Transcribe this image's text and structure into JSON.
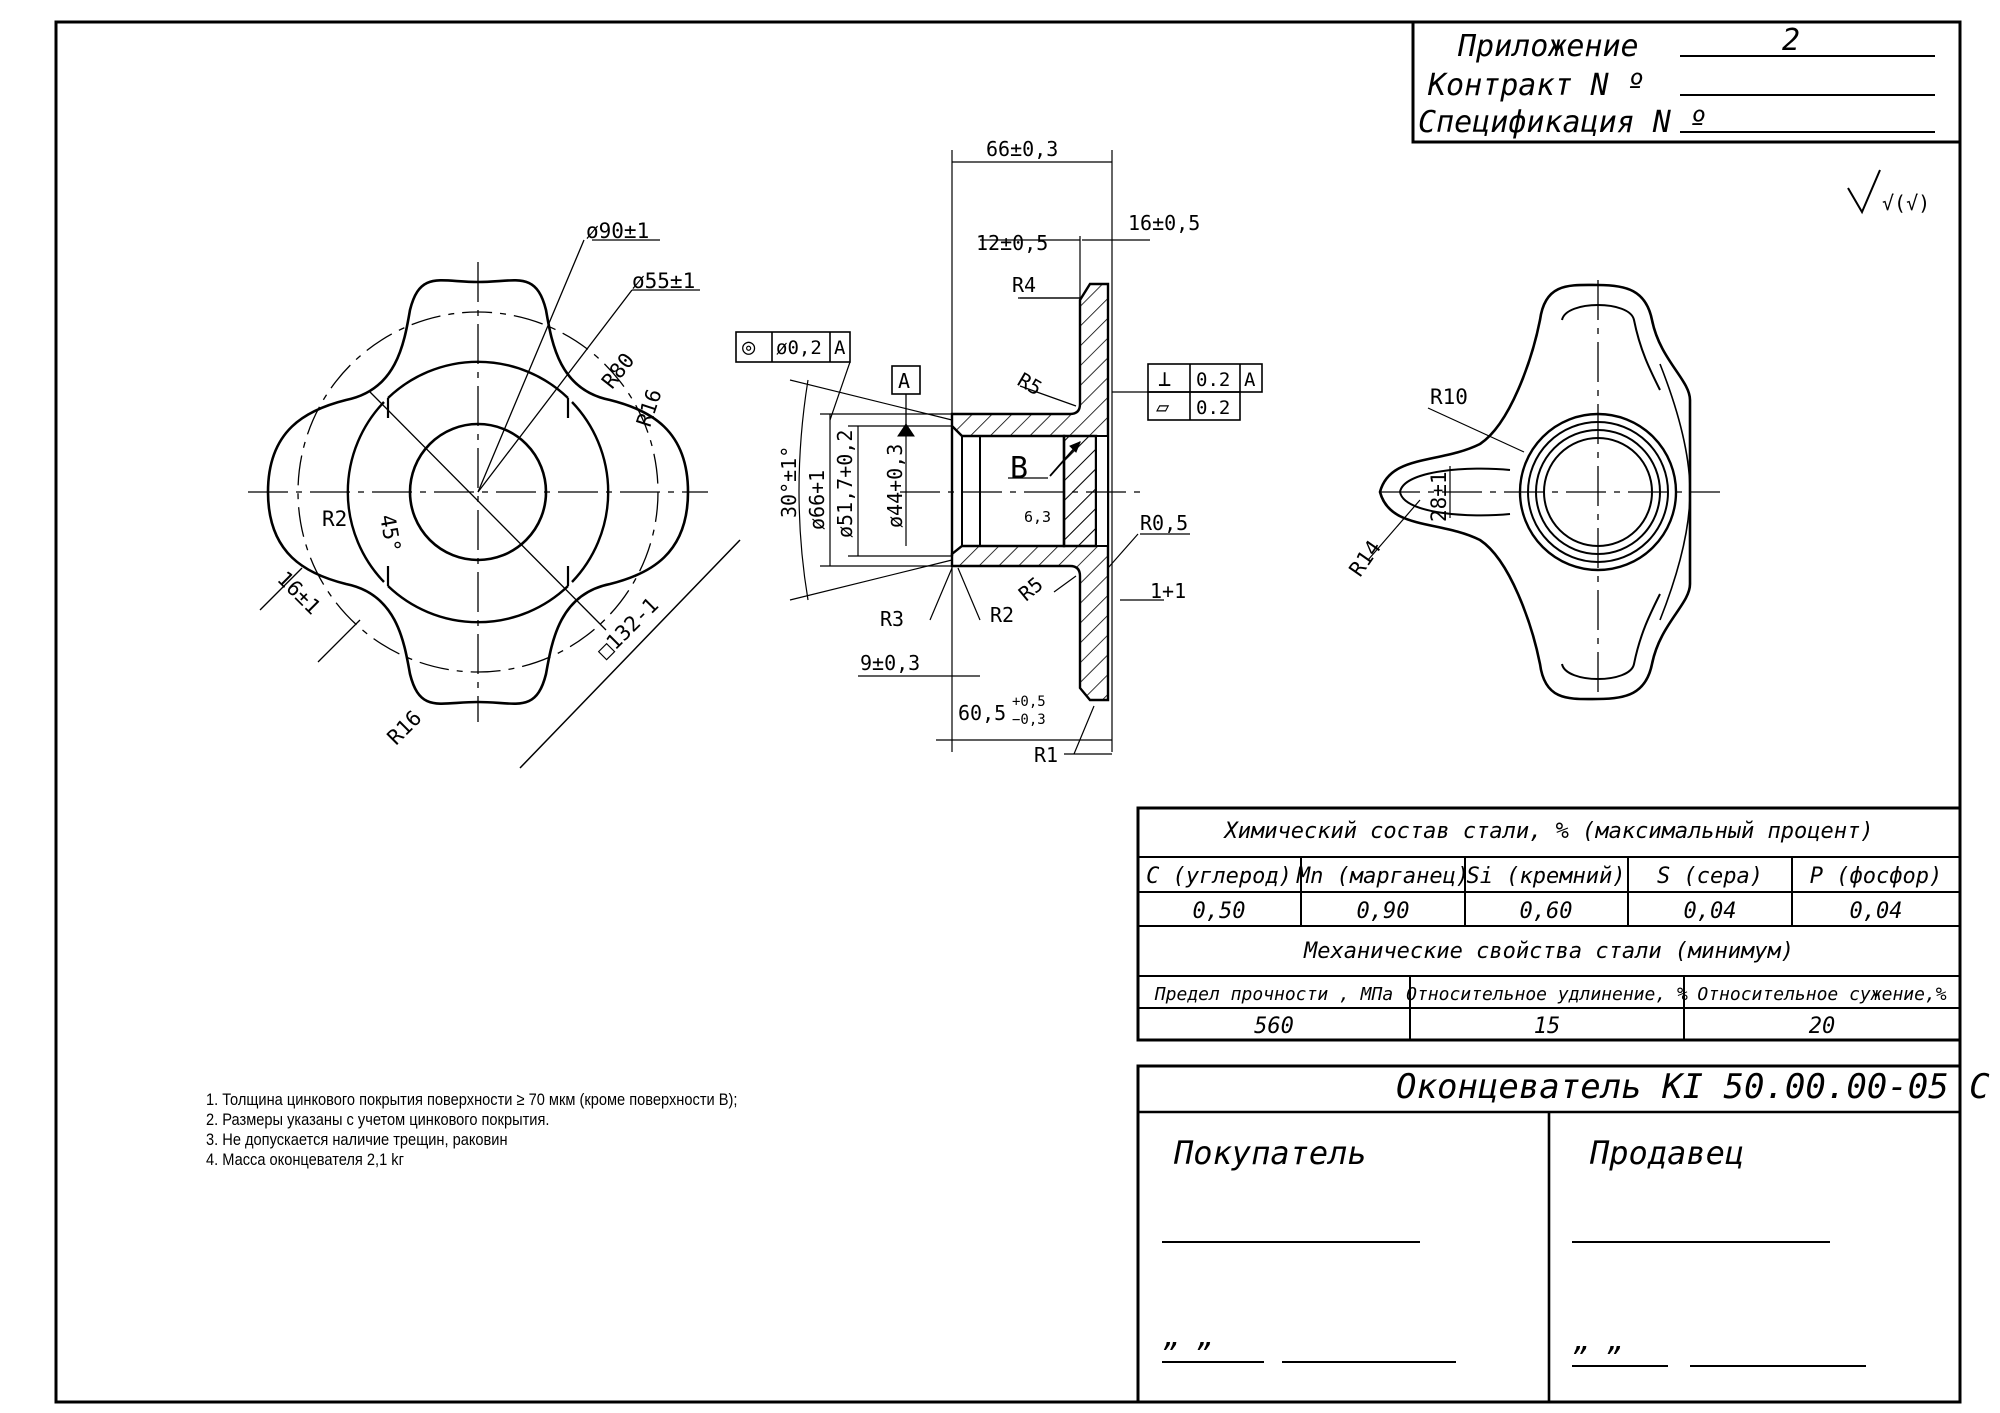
{
  "header": {
    "appendix_label": "Приложение",
    "appendix_no": "2",
    "contract_label": "Контракт N º",
    "spec_label": "Спецификация N º"
  },
  "surface_marks": {
    "mark": "√(√)"
  },
  "front_view": {
    "dims": [
      "ø90±1",
      "ø55±1",
      "R80",
      "R16",
      "R2",
      "45°",
      "16±1",
      "R16",
      "□132-1"
    ]
  },
  "section_view": {
    "dims": [
      "66±0,3",
      "12±0,5",
      "16±0,5",
      "R4",
      "R5",
      "30°±1°",
      "ø66+1",
      "ø51,7+0,2",
      "ø44+0,3",
      "B",
      "6,3",
      "R0,5",
      "R3",
      "R2",
      "R5",
      "1+1",
      "9±0,3",
      "60,5",
      "+0,5",
      "−0,3",
      "R1"
    ],
    "tolerance_frames": [
      {
        "symbol": "◎",
        "value": "ø0,2",
        "datum": "A"
      },
      {
        "symbol": "⊥",
        "value": "0.2",
        "datum": "A"
      },
      {
        "symbol": "▱",
        "value": "0.2",
        "datum": ""
      }
    ],
    "datum": "A"
  },
  "side_view": {
    "dims": [
      "R10",
      "28±1",
      "R14"
    ]
  },
  "chem_table": {
    "title": "Химический состав стали, % (максимальный процент)",
    "headers": [
      "C (углерод)",
      "Mn (марганец)",
      "Si (кремний)",
      "S (сера)",
      "P (фосфор)"
    ],
    "values": [
      "0,50",
      "0,90",
      "0,60",
      "0,04",
      "0,04"
    ],
    "mech_title": "Механические свойства стали (минимум)",
    "mech_headers": [
      "Предел прочности , МПа",
      "Относительное удлинение, %",
      "Относительное сужение,%"
    ],
    "mech_values": [
      "560",
      "15",
      "20"
    ]
  },
  "title_block": {
    "part_name": "Оконцеватель KI 50.00.00-05 C",
    "buyer": "Покупатель",
    "seller": "Продавец",
    "quote_left": "„      „",
    "quote_right": "„      „"
  },
  "notes": [
    "1. Толщина цинкового покрытия поверхности ≥ 70 мкм (кроме поверхности B);",
    "2. Размеры указаны с учетом цинкового покрытия.",
    "3. Не допускается наличие трещин, раковин",
    "4. Масса оконцевателя  2,1 kг"
  ]
}
